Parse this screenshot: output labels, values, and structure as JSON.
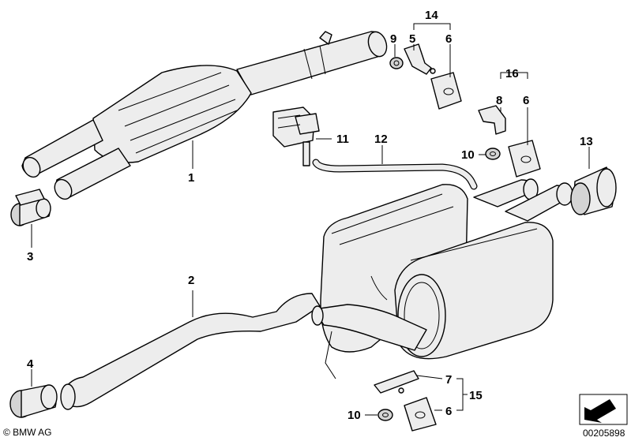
{
  "callouts": {
    "c1": "1",
    "c2": "2",
    "c3": "3",
    "c4": "4",
    "c5": "5",
    "c6a": "6",
    "c6b": "6",
    "c6c": "6",
    "c7": "7",
    "c8": "8",
    "c9": "9",
    "c10a": "10",
    "c10b": "10",
    "c11": "11",
    "c12": "12",
    "c13": "13",
    "c14": "14",
    "c15": "15",
    "c16": "16"
  },
  "footer": {
    "copyright": "© BMW AG",
    "diagram_number": "00205898"
  },
  "icons": {
    "corner_badge": "arrow-badge-icon"
  }
}
